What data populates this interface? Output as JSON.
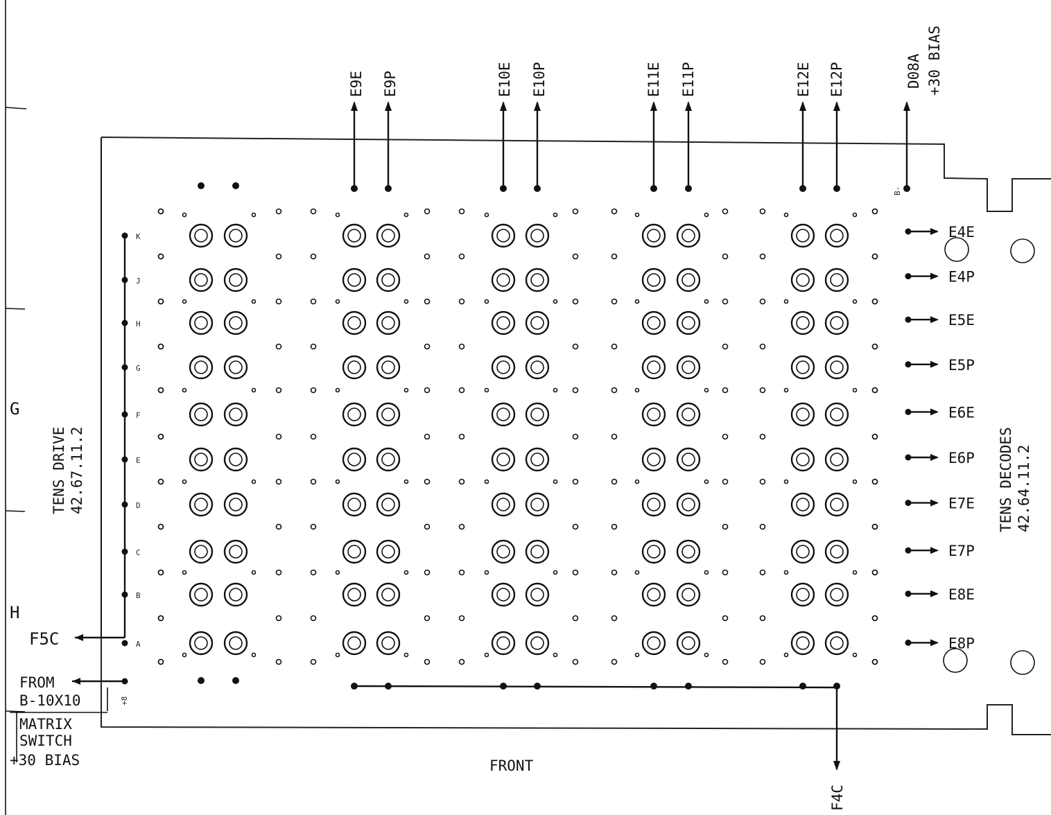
{
  "top_signals": [
    "E9E",
    "E9P",
    "E10E",
    "E10P",
    "E11E",
    "E11P",
    "E12E",
    "E12P",
    "D08A"
  ],
  "bias_top": "+30 BIAS",
  "right_outputs": [
    "E4E",
    "E4P",
    "E5E",
    "E5P",
    "E6E",
    "E6P",
    "E7E",
    "E7P",
    "E8E",
    "E8P"
  ],
  "row_letters": [
    "K",
    "J",
    "H",
    "G",
    "F",
    "E",
    "D",
    "C",
    "B",
    "A"
  ],
  "tens_drive": {
    "title": "TENS DRIVE",
    "number": "42.67.11.2"
  },
  "tens_decodes": {
    "title": "TENS DECODES",
    "number": "42.64.11.2"
  },
  "left_input": "F5C",
  "from_block": {
    "line1": "FROM",
    "line2": "B-10X10",
    "line3": "MATRIX",
    "line4": "SWITCH",
    "line5": "+30 BIAS"
  },
  "front_label": "FRONT",
  "bottom_output": "F4C",
  "edge_letters": [
    "G",
    "H"
  ],
  "pin_plus8": "+8",
  "pin_bminus": "B-"
}
